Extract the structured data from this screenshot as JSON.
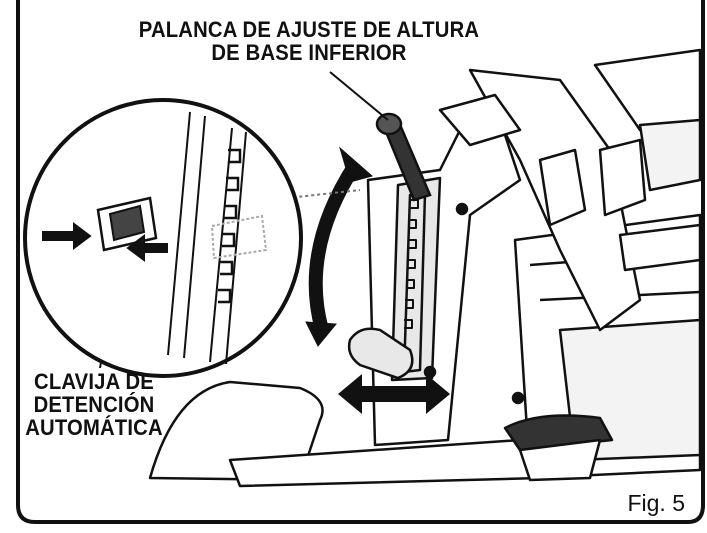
{
  "labels": {
    "lever_line1": "PALANCA DE AJUSTE DE ALTURA",
    "lever_line2": "DE BASE INFERIOR",
    "pin_line1": "CLAVIJA DE",
    "pin_line2": "DETENCIÓN",
    "pin_line3": "AUTOMÁTICA"
  },
  "caption": "Fig. 5"
}
